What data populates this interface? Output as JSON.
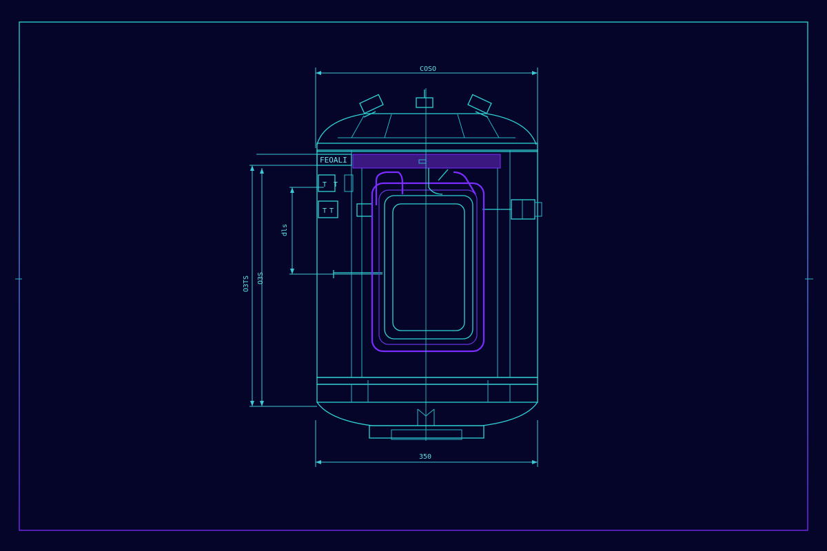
{
  "drawing": {
    "dim_top": "COSO",
    "dim_bottom": "350",
    "dim_left_outer": "O3TS",
    "dim_left_inner": "O3S",
    "dim_left_small": "dls",
    "label_panel": "FEOALI",
    "label_small_1": "T",
    "label_small_2": "T",
    "label_small_3": "T",
    "label_small_4": "T"
  },
  "colors": {
    "background": "#05052a",
    "cyan": "#2fd4d4",
    "violet": "#7b2cff"
  }
}
